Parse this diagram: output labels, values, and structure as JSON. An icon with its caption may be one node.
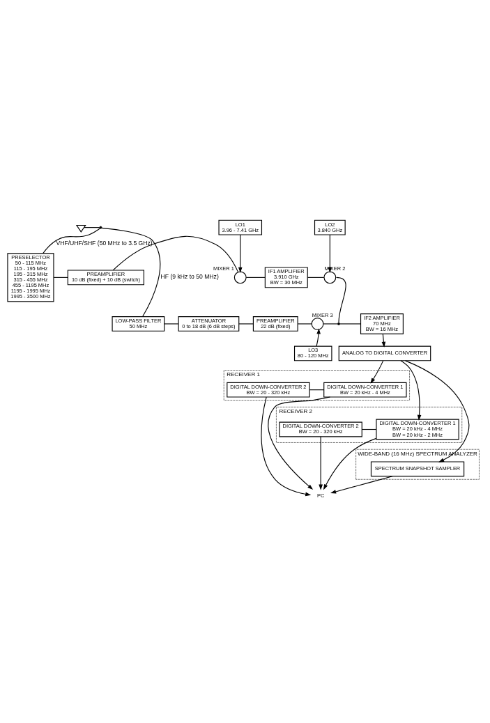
{
  "diagram": {
    "nodes": [
      {
        "text": [],
        "shape": "antenna"
      },
      {
        "text": [],
        "shape": "switch"
      },
      {
        "text": [
          "PRESELECTOR",
          "50 - 115 MHz",
          "115 - 195 MHz",
          "195 - 315 MHz",
          "315 - 455 MHz",
          "455 - 1195 MHz",
          "1195 - 1995 MHz",
          "1995 - 3500 MHz"
        ]
      },
      {
        "text": [
          "PREAMPLIFIER",
          "10 dB (fixed) + 10 dB (switch)"
        ]
      },
      {
        "text": [
          "LO1",
          "3.96 - 7.41 GHz"
        ]
      },
      {
        "text": [],
        "shape": "circle",
        "beside": [
          "MIXER 1"
        ]
      },
      {
        "text": [
          "IF1 AMPLIFIER",
          "3.910 GHz",
          "BW = 30 MHz"
        ]
      },
      {
        "text": [
          "LO2",
          "3.840 GHz"
        ]
      },
      {
        "text": [],
        "shape": "circle",
        "beside": [
          "MIXER 2"
        ]
      },
      {
        "text": [],
        "shape": "switch"
      },
      {
        "text": [
          "IF2 AMPLIFIER",
          "70 MHz",
          "BW = 16 MHz"
        ]
      },
      {
        "text": [
          "LOW-PASS FILTER",
          "50 MHz"
        ]
      },
      {
        "text": [
          "ATTENUATOR",
          "0 to 18 dB (6 dB steps)"
        ]
      },
      {
        "text": [
          "PREAMPLIFIER",
          "22 dB (fixed)"
        ]
      },
      {
        "text": [],
        "shape": "circle",
        "beside": [
          "MIXER 3"
        ]
      },
      {
        "text": [
          "LO3",
          "80 - 120 MHz"
        ]
      },
      {
        "text": [
          "ANALOG TO DIGITAL CONVERTER"
        ]
      },
      {
        "text": [
          "RECEIVER 1"
        ]
      },
      {
        "text": [
          "DIGITAL DOWN-CONVERTER 1",
          "BW = 20 kHz - 4 MHz"
        ],
        "in": 17
      },
      {
        "text": [
          "DIGITAL DOWN-CONVERTER 2",
          "BW = 20 - 320 kHz"
        ],
        "in": 17
      },
      {
        "text": [
          "RECEIVER 2"
        ]
      },
      {
        "text": [
          "DIGITAL DOWN-CONVERTER 1",
          "BW = 20 kHz - 4 MHz",
          "BW = 20 kHz - 2 MHz"
        ],
        "in": 20
      },
      {
        "text": [
          "DIGITAL DOWN-CONVERTER 2",
          "BW = 20 - 320 kHz"
        ],
        "in": 20
      },
      {
        "text": [
          "WIDE-BAND (16 MHz) SPECTRUM ANALYZER"
        ]
      },
      {
        "text": [
          "SPECTRUM SNAPSHOT SAMPLER"
        ],
        "in": 23
      },
      {
        "text": [
          "PC"
        ]
      }
    ],
    "edges": [
      {
        "from": 0,
        "to": 1,
        "arrow": "none"
      },
      {
        "from": 1,
        "to": 2,
        "arrow": "none",
        "label": "VHF/UHF/SHF (50 MHz to 3.5 GHz)"
      },
      {
        "from": 1,
        "to": 11,
        "arrow": "none",
        "label": "HF (9 kHz to 50 MHz)"
      },
      {
        "from": 2,
        "to": 3,
        "arrow": "none"
      },
      {
        "from": 3,
        "to": 5,
        "arrow": "none"
      },
      {
        "from": 4,
        "to": 5,
        "arrow": "to"
      },
      {
        "from": 5,
        "to": 6,
        "arrow": "none"
      },
      {
        "from": 6,
        "to": 8,
        "arrow": "none"
      },
      {
        "from": 7,
        "to": 8,
        "arrow": "to"
      },
      {
        "from": 8,
        "to": 9,
        "arrow": "none"
      },
      {
        "from": 11,
        "to": 12,
        "arrow": "none"
      },
      {
        "from": 12,
        "to": 13,
        "arrow": "none"
      },
      {
        "from": 13,
        "to": 14,
        "arrow": "none"
      },
      {
        "from": 15,
        "to": 14,
        "arrow": "to"
      },
      {
        "from": 14,
        "to": 9,
        "arrow": "none"
      },
      {
        "from": 9,
        "to": 10,
        "arrow": "none"
      },
      {
        "from": 10,
        "to": 16,
        "arrow": "to"
      },
      {
        "from": 16,
        "to": 18,
        "arrow": "to"
      },
      {
        "from": 16,
        "to": 21,
        "arrow": "to"
      },
      {
        "from": 16,
        "to": 24,
        "arrow": "to"
      },
      {
        "from": 18,
        "to": 19,
        "arrow": "none"
      },
      {
        "from": 18,
        "to": 25,
        "arrow": "to"
      },
      {
        "from": 19,
        "to": 25,
        "arrow": "to"
      },
      {
        "from": 21,
        "to": 22,
        "arrow": "none"
      },
      {
        "from": 21,
        "to": 25,
        "arrow": "to"
      },
      {
        "from": 22,
        "to": 25,
        "arrow": "to"
      },
      {
        "from": 24,
        "to": 25,
        "arrow": "to"
      }
    ]
  }
}
